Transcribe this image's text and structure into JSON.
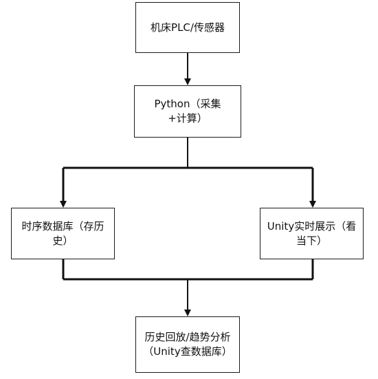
{
  "diagram": {
    "nodes": {
      "plc": {
        "label": "机床PLC/传感器"
      },
      "python": {
        "label": "Python（采集+计算）"
      },
      "tsdb": {
        "label": "时序数据库（存历史）"
      },
      "unity": {
        "label": "Unity实时展示（看当下）"
      },
      "history": {
        "label": "历史回放/趋势分析（Unity查数据库）"
      }
    },
    "edges": [
      {
        "from": "plc",
        "to": "python"
      },
      {
        "from": "python",
        "to": "tsdb"
      },
      {
        "from": "python",
        "to": "unity"
      },
      {
        "from": "tsdb",
        "to": "history"
      },
      {
        "from": "unity",
        "to": "history"
      }
    ],
    "colors": {
      "line": "#111111",
      "box_border": "#1a1a1a",
      "background": "#ffffff"
    }
  }
}
